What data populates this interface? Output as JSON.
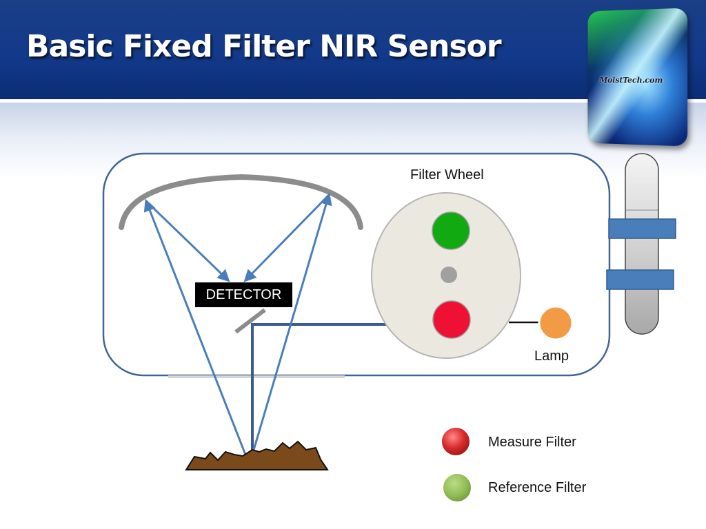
{
  "slide": {
    "title": "Basic Fixed Filter NIR Sensor"
  },
  "logo": {
    "text": "MoistTech.com"
  },
  "diagram": {
    "filter_wheel_label": "Filter Wheel",
    "detector_label": "DETECTOR",
    "lamp_label": "Lamp"
  },
  "legend": {
    "measure_label": "Measure Filter",
    "reference_label": "Reference Filter"
  },
  "colors": {
    "header_blue": "#12398a",
    "beam_blue": "#4a7ebb",
    "measure_red": "#ee1133",
    "reference_green": "#11aa11",
    "lamp_orange": "#f39a45",
    "sample_brown": "#7a4a1a"
  }
}
